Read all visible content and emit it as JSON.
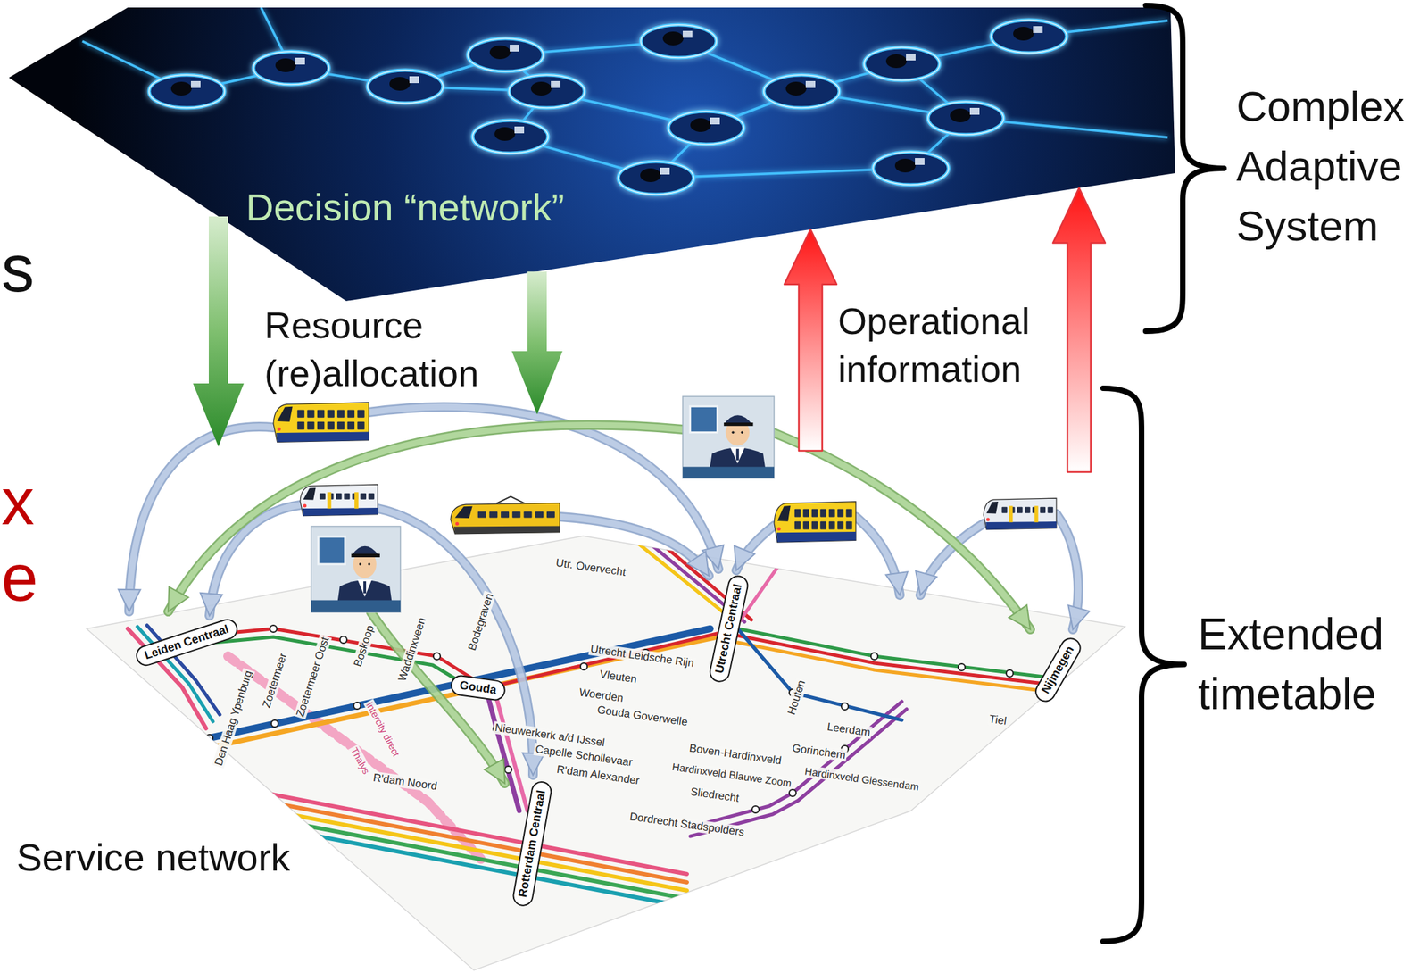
{
  "diagram": {
    "nodes": [
      {
        "text": [
          "Decision “network”"
        ]
      },
      {
        "text": [
          "Service network"
        ]
      },
      {
        "text": [
          "Leiden Centraal"
        ],
        "in": 1
      },
      {
        "text": [
          "Gouda"
        ],
        "in": 1
      },
      {
        "text": [
          "Rotterdam Centraal"
        ],
        "in": 1
      },
      {
        "text": [
          "Utrecht Centraal"
        ],
        "in": 1
      },
      {
        "text": [
          "Nijmegen"
        ],
        "in": 1
      }
    ],
    "edges": [
      {
        "from": 0,
        "to": 1,
        "arrow": "to",
        "label": "Resource (re)allocation"
      },
      {
        "from": 0,
        "to": 1,
        "arrow": "to"
      },
      {
        "from": 1,
        "to": 0,
        "arrow": "to",
        "label": "Operational information"
      },
      {
        "from": 1,
        "to": 0,
        "arrow": "to"
      }
    ],
    "labels": [
      "s",
      "x",
      "e",
      "Complex Adaptive System",
      "Extended timetable",
      "Utr. Overvecht",
      "Utrecht Leidsche Rijn",
      "Vleuten",
      "Woerden",
      "Gouda Goverwelle",
      "Nieuwerkerk a/d IJssel",
      "Capelle Schollevaar",
      "R'dam Alexander",
      "R'dam Noord",
      "Boven-Hardinxveld",
      "Gorinchem",
      "Leerdam",
      "Hardinxveld Blauwe Zoom",
      "Hardinxveld Giessendam",
      "Sliedrecht",
      "Dordrecht Stadspolders",
      "Den Haag Ypenburg",
      "Zoetermeer",
      "Zoetermeer Oost",
      "Boskoop",
      "Waddinxveen",
      "Bodegraven",
      "Houten",
      "Tiel",
      "Intercity direct",
      "Thalys"
    ]
  }
}
